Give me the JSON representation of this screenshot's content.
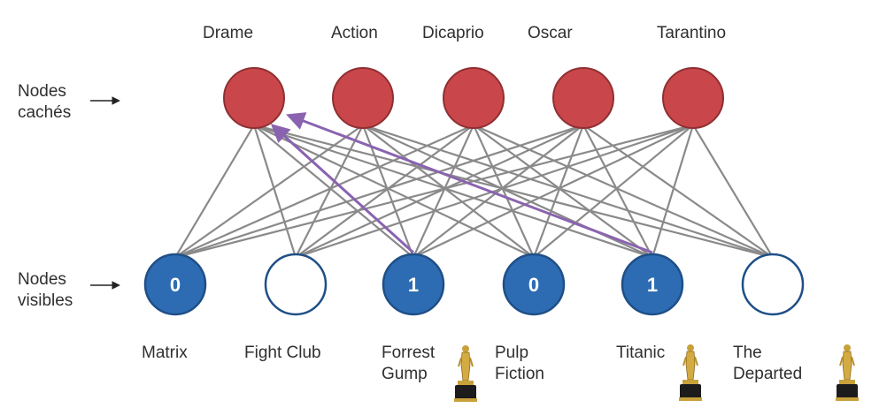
{
  "diagram": {
    "side_labels": {
      "hidden_line1": "Nodes",
      "hidden_line2": "cachés",
      "visible_line1": "Nodes",
      "visible_line2": "visibles"
    },
    "hidden_nodes": [
      {
        "label": "Drame"
      },
      {
        "label": "Action"
      },
      {
        "label": "Dicaprio"
      },
      {
        "label": "Oscar"
      },
      {
        "label": "Tarantino"
      }
    ],
    "visible_nodes": [
      {
        "label_lines": [
          "Matrix"
        ],
        "value": "0",
        "filled": true,
        "oscar": false
      },
      {
        "label_lines": [
          "Fight Club"
        ],
        "value": "",
        "filled": false,
        "oscar": false
      },
      {
        "label_lines": [
          "Forrest",
          "Gump"
        ],
        "value": "1",
        "filled": true,
        "oscar": true
      },
      {
        "label_lines": [
          "Pulp",
          "Fiction"
        ],
        "value": "0",
        "filled": true,
        "oscar": false
      },
      {
        "label_lines": [
          "Titanic"
        ],
        "value": "1",
        "filled": true,
        "oscar": true
      },
      {
        "label_lines": [
          "The",
          "Departed"
        ],
        "value": "",
        "filled": false,
        "oscar": true
      }
    ],
    "highlighted_edges": [
      {
        "from_visible": 2,
        "to_hidden": 0
      },
      {
        "from_visible": 4,
        "to_hidden": 0
      }
    ],
    "colors": {
      "hidden_fill": "#c9474b",
      "hidden_stroke": "#8f2f32",
      "visible_fill": "#2d6cb3",
      "visible_stroke": "#1f4f87",
      "empty_fill": "#ffffff",
      "edge": "#8a8a8a",
      "highlight": "#8a63b0",
      "text": "#2f2f2f"
    },
    "icons": {
      "oscar": "oscar-statuette-icon",
      "arrow": "right-arrow-icon"
    }
  }
}
